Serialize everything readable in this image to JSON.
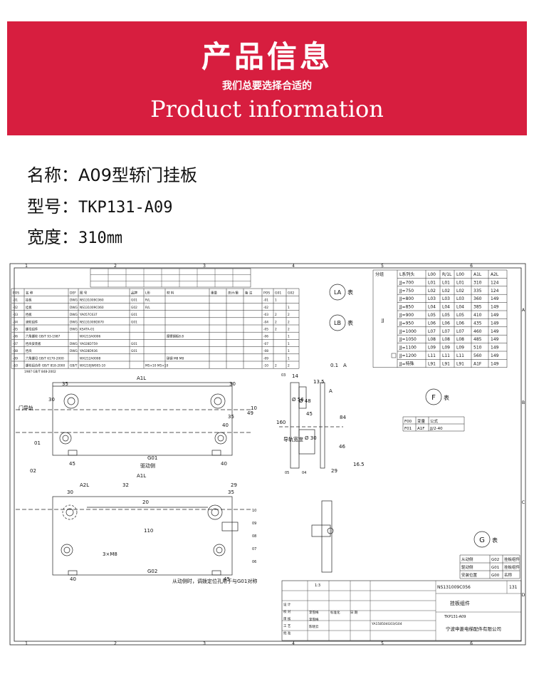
{
  "banner": {
    "title_cn": "产品信息",
    "subtitle_cn": "我们总要选择合适的",
    "title_en": "Product information",
    "color": "#d71e3f"
  },
  "specs": [
    {
      "label": "名称：",
      "value": "A09型轿门挂板"
    },
    {
      "label": "型号：",
      "value": "TKP131-A09"
    },
    {
      "label": "宽度：",
      "value": "310㎜"
    }
  ],
  "drawing": {
    "grid_cols": [
      "1",
      "2",
      "3",
      "4",
      "5",
      "6"
    ],
    "grid_rows": [
      "A",
      "B",
      "C",
      "D"
    ],
    "bom_headers": [
      "POS",
      "名 称",
      "DEF",
      "图 号",
      "品牌",
      "L形",
      "材 料",
      "重量",
      "总计/重",
      "备 注",
      "POS",
      "G01",
      "G02"
    ],
    "bom_rows": [
      [
        "-01",
        "挂板",
        "DWG",
        "NS131009C060",
        "G01",
        "R/L",
        "-01",
        "1",
        ""
      ],
      [
        "-02",
        "挂板",
        "DWG",
        "NS131009C060",
        "G02",
        "R/L",
        "-02",
        "",
        "1"
      ],
      [
        "-03",
        "挡板",
        "DWG",
        "YA057C637",
        "G01",
        "",
        "-03",
        "2",
        "2"
      ],
      [
        "-04",
        "滚轮组件",
        "DWG",
        "NS131009D070",
        "G01",
        "",
        "-04",
        "2",
        "2"
      ],
      [
        "-05",
        "螺母组件",
        "DWG",
        "KS4TA-01",
        "",
        "",
        "-05",
        "2",
        "2"
      ],
      [
        "-06",
        "六角螺栓 GB/T 93-1987",
        "",
        "WX213A0006",
        "",
        "",
        "-06",
        "",
        "1"
      ],
      [
        "-07",
        "挡块安装板",
        "DWG",
        "YA028D759",
        "G01",
        "",
        "-07",
        "",
        "1"
      ],
      [
        "-08",
        "挡块",
        "DWG",
        "YA028D936",
        "G01",
        "",
        "-08",
        "",
        "1"
      ],
      [
        "-09",
        "六角螺母 GB/T 6170-2000",
        "",
        "WX212A0008",
        "",
        "",
        "-09",
        "",
        "1"
      ],
      [
        "-10",
        "螺栓组合件 GB/T 818-2000",
        "GB/T",
        "WX210JW005-10",
        "",
        "M5×10 M5×10",
        "-10",
        "2",
        "2"
      ]
    ],
    "bom_note": "1987 GB/T 848-2002",
    "bom_material_notes": [
      "摩擦钢板8.8",
      "碳钢 M8 M8"
    ],
    "table_l": {
      "headers": [
        "分组",
        "L系列头",
        "L00",
        "R/1L",
        "L00",
        "A1L",
        "A2L"
      ],
      "group": "JJ",
      "rows": [
        [
          "JJ=700",
          "L01",
          "L01",
          "L01",
          "310",
          "124"
        ],
        [
          "JJ=750",
          "L02",
          "L02",
          "L02",
          "335",
          "124"
        ],
        [
          "JJ=800",
          "L03",
          "L03",
          "L03",
          "360",
          "149"
        ],
        [
          "JJ=850",
          "L04",
          "L04",
          "L04",
          "385",
          "149"
        ],
        [
          "JJ=900",
          "L05",
          "L05",
          "L05",
          "410",
          "149"
        ],
        [
          "JJ=950",
          "L06",
          "L06",
          "L06",
          "435",
          "149"
        ],
        [
          "JJ=1000",
          "L07",
          "L07",
          "L07",
          "460",
          "149"
        ],
        [
          "JJ=1050",
          "L08",
          "L08",
          "L08",
          "485",
          "149"
        ],
        [
          "JJ=1100",
          "L09",
          "L09",
          "L09",
          "510",
          "149"
        ],
        [
          "JJ=1200",
          "L11",
          "L11",
          "L11",
          "560",
          "149"
        ],
        [
          "JJ=特殊",
          "L91",
          "L91",
          "L91",
          "A1F",
          "149"
        ]
      ]
    },
    "table_f": {
      "label": "F",
      "suffix": "表",
      "rows": [
        [
          "F00",
          "变量",
          "公式"
        ],
        [
          "F01",
          "A1F",
          "JJ/2-40"
        ]
      ]
    },
    "table_g": {
      "label": "G",
      "suffix": "表",
      "rows": [
        [
          "从动侧",
          "G02",
          "挂板组件"
        ],
        [
          "驱动侧",
          "G01",
          "挂板组件"
        ],
        [
          "安装位置",
          "G00",
          "名称"
        ]
      ]
    },
    "circle_labels": [
      {
        "label": "LA",
        "suffix": "表"
      },
      {
        "label": "LB",
        "suffix": "表"
      }
    ],
    "top_view": {
      "dim_a1l": "A1L",
      "dim_35": "35",
      "dim_30": "30",
      "dim_45": "45",
      "dim_40": "40",
      "dim_10": "10",
      "dim_49": "49",
      "label_01": "01",
      "label_g01": "G01",
      "label_drive": "驱动侧",
      "label_door": "门导轨"
    },
    "bottom_view": {
      "dim_a1l": "A1L",
      "dim_a2l": "A2L",
      "dim_32": "32",
      "dim_29": "29",
      "dim_35": "35",
      "dim_30": "30",
      "dim_20": "20",
      "dim_110": "110",
      "dim_40": "40",
      "dim_45": "45",
      "label_02": "02",
      "label_g02": "G02",
      "label_note": "从动侧时，调拨定位孔用于与G01对称",
      "label_holes": "3×M8",
      "callouts": [
        "10",
        "09",
        "08",
        "07",
        "06"
      ]
    },
    "side_view": {
      "dim_14": "14",
      "dim_13_5": "13.5",
      "dim_160": "160",
      "dim_84": "84",
      "dim_46": "46",
      "dim_16_5": "16.5",
      "dim_29": "29",
      "dim_56": "Ø 56",
      "dim_48": "Ø 48",
      "dim_45": "45",
      "dim_30": "Ø 30",
      "label_a": "A",
      "label_rail": "导轨宽度",
      "tolerance": "0.1",
      "tolerance_datum": "A",
      "callouts": [
        "03",
        "05",
        "04"
      ]
    },
    "title_block": {
      "drawing_no": "NS131009C056",
      "sheet": "131",
      "name": "挂板组件",
      "model": "TKP131-A09",
      "ref": "YA158504G03/G04",
      "company": "宁波申菱电梯配件有限公司",
      "scale": "1:3",
      "rows": [
        "设 计",
        "校 对",
        "审 核",
        "工 艺",
        "批 准"
      ],
      "cols": [
        "标准化",
        "日 期"
      ],
      "dates": [
        "李雪梅",
        "李雪梅",
        "陈晓云"
      ]
    }
  }
}
